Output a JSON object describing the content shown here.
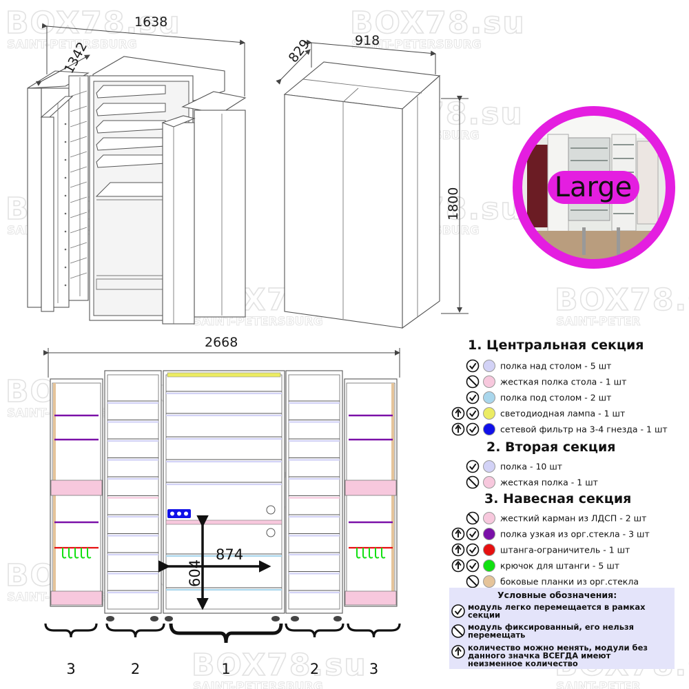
{
  "watermark": {
    "brand": "BOX78.su",
    "city": "SAINT-PETERSBURG",
    "city_cut": "SAINT-PETER"
  },
  "dimensions": {
    "open_width": "1638",
    "open_depth": "1342",
    "closed_width": "918",
    "closed_depth": "829",
    "height": "1800",
    "plan_width": "2668",
    "desk_width": "874",
    "desk_height": "604"
  },
  "badge": {
    "label": "Large",
    "ring_color": "#e41ee0"
  },
  "colors": {
    "lavender": "#d2d2f6",
    "pink": "#f7c8dd",
    "light_blue": "#a9d6ec",
    "yellow": "#ecec63",
    "blue": "#1010e8",
    "purple": "#7a10a8",
    "red": "#e61010",
    "green": "#10e010",
    "tan": "#e5c49a",
    "legend_bg": "#e4e4fa"
  },
  "sections": [
    {
      "title": "1. Центральная секция",
      "items": [
        {
          "icons": [
            "check"
          ],
          "color": "lavender",
          "text": "полка над столом - 5 шт"
        },
        {
          "icons": [
            "ban"
          ],
          "color": "pink",
          "text": "жесткая полка стола - 1 шт"
        },
        {
          "icons": [
            "check"
          ],
          "color": "light_blue",
          "text": "полка под столом - 2 шт"
        },
        {
          "icons": [
            "arrow",
            "check"
          ],
          "color": "yellow",
          "text": "светодиодная лампа - 1 шт"
        },
        {
          "icons": [
            "arrow",
            "check"
          ],
          "color": "blue",
          "text": "сетевой фильтр на 3-4 гнезда - 1 шт"
        }
      ]
    },
    {
      "title": "2. Вторая секция",
      "items": [
        {
          "icons": [
            "check"
          ],
          "color": "lavender",
          "text": "полка - 10 шт"
        },
        {
          "icons": [
            "ban"
          ],
          "color": "pink",
          "text": "жесткая полка - 1 шт"
        }
      ]
    },
    {
      "title": "3. Навесная секция",
      "items": [
        {
          "icons": [
            "ban"
          ],
          "color": "pink",
          "text": "жесткий карман из ЛДСП - 2 шт"
        },
        {
          "icons": [
            "arrow",
            "check"
          ],
          "color": "purple",
          "text": "полка узкая из орг.стекла - 3 шт"
        },
        {
          "icons": [
            "arrow",
            "check"
          ],
          "color": "red",
          "text": "штанга-ограничитель - 1 шт"
        },
        {
          "icons": [
            "arrow",
            "check"
          ],
          "color": "green",
          "text": "крючок для штанги - 5 шт"
        },
        {
          "icons": [
            "ban"
          ],
          "color": "tan",
          "text": "боковые планки из орг.стекла"
        }
      ]
    }
  ],
  "legend": {
    "title": "Условные обозначения:",
    "entries": [
      {
        "icon": "check",
        "lines": [
          "модуль легко перемещается в рамках",
          "секции"
        ]
      },
      {
        "icon": "ban",
        "lines": [
          "модуль фиксированный, его нельзя",
          "перемещать"
        ]
      },
      {
        "icon": "arrow",
        "lines": [
          "количество можно менять, модули без",
          "данного значка ВСЕГДА имеют",
          "неизменное количество"
        ]
      }
    ]
  },
  "section_numbers": [
    "3",
    "2",
    "1",
    "2",
    "3"
  ]
}
